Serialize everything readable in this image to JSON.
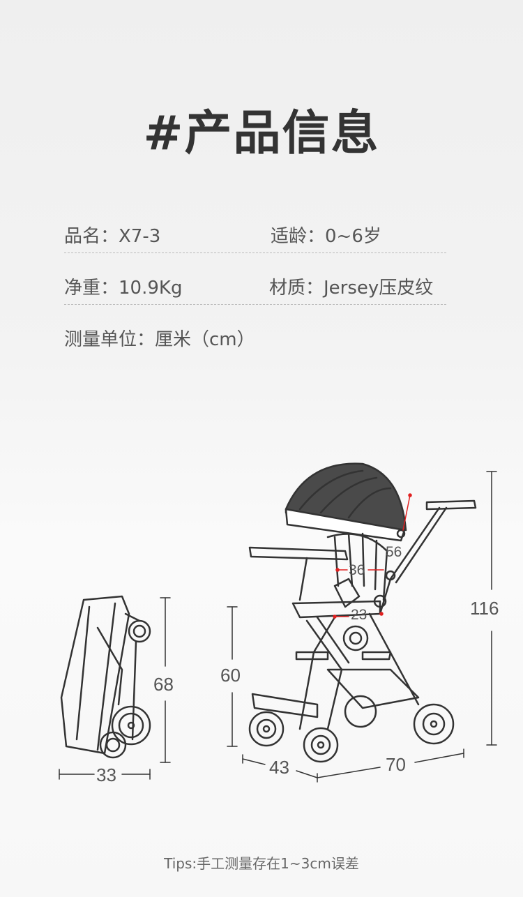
{
  "title": "#产品信息",
  "specs": {
    "name": "品名：X7-3",
    "age": "适龄：0~6岁",
    "weight": "净重：10.9Kg",
    "material": "材质：Jersey压皮纹",
    "unit": "测量单位：厘米（cm）"
  },
  "dimensions": {
    "folded_height": "68",
    "folded_width": "33",
    "seat_height": "60",
    "total_height": "116",
    "wheel_width": "43",
    "length": "70",
    "backrest": "56",
    "seat_width": "36",
    "seat_depth": "23"
  },
  "tips": "Tips:手工测量存在1~3cm误差",
  "colors": {
    "text": "#555555",
    "title": "#333333",
    "marker": "#e02020"
  }
}
